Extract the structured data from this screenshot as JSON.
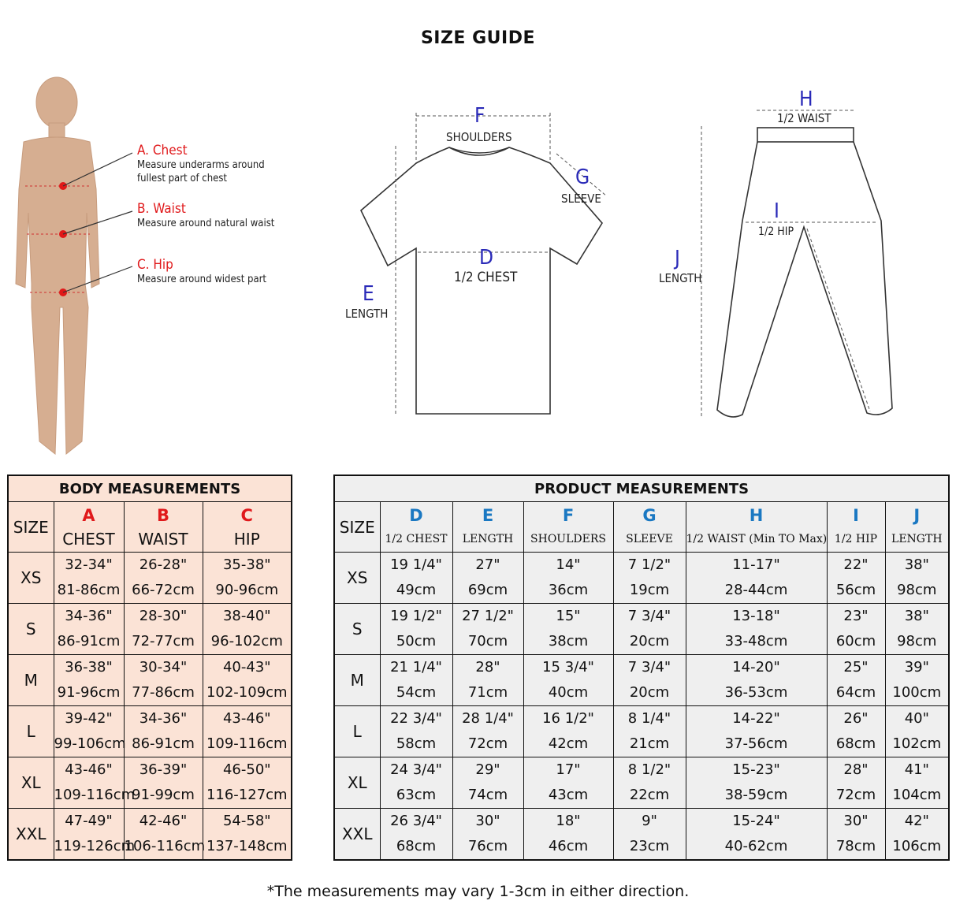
{
  "page_title": "SIZE GUIDE",
  "body_diagram": {
    "a_title": "A. Chest",
    "a_desc_1": "Measure underarms around",
    "a_desc_2": "fullest part of chest",
    "b_title": "B. Waist",
    "b_desc": "Measure around natural waist",
    "c_title": "C. Hip",
    "c_desc": "Measure around widest part"
  },
  "shirt_diagram": {
    "f_letter": "F",
    "shoulders": "SHOULDERS",
    "g_letter": "G",
    "sleeve": "SLEEVE",
    "d_letter": "D",
    "half_chest": "1/2 CHEST",
    "e_letter": "E",
    "length": "LENGTH"
  },
  "pants_diagram": {
    "h_letter": "H",
    "half_waist": "1/2  WAIST",
    "i_letter": "I",
    "half_hip": "1/2  HIP",
    "j_letter": "J",
    "length": "LENGTH"
  },
  "body_table": {
    "title": "BODY MEASUREMENTS",
    "size_label": "SIZE",
    "columns": [
      {
        "letter": "A",
        "name": "CHEST"
      },
      {
        "letter": "B",
        "name": "WAIST"
      },
      {
        "letter": "C",
        "name": "HIP"
      }
    ],
    "rows": [
      {
        "size": "XS",
        "cells": [
          [
            "32-34\"",
            "81-86cm"
          ],
          [
            "26-28\"",
            "66-72cm"
          ],
          [
            "35-38\"",
            "90-96cm"
          ]
        ]
      },
      {
        "size": "S",
        "cells": [
          [
            "34-36\"",
            "86-91cm"
          ],
          [
            "28-30\"",
            "72-77cm"
          ],
          [
            "38-40\"",
            "96-102cm"
          ]
        ]
      },
      {
        "size": "M",
        "cells": [
          [
            "36-38\"",
            "91-96cm"
          ],
          [
            "30-34\"",
            "77-86cm"
          ],
          [
            "40-43\"",
            "102-109cm"
          ]
        ]
      },
      {
        "size": "L",
        "cells": [
          [
            "39-42\"",
            "99-106cm"
          ],
          [
            "34-36\"",
            "86-91cm"
          ],
          [
            "43-46\"",
            "109-116cm"
          ]
        ]
      },
      {
        "size": "XL",
        "cells": [
          [
            "43-46\"",
            "109-116cm"
          ],
          [
            "36-39\"",
            "91-99cm"
          ],
          [
            "46-50\"",
            "116-127cm"
          ]
        ]
      },
      {
        "size": "XXL",
        "cells": [
          [
            "47-49\"",
            "119-126cm"
          ],
          [
            "42-46\"",
            "106-116cm"
          ],
          [
            "54-58\"",
            "137-148cm"
          ]
        ]
      }
    ]
  },
  "product_table": {
    "title": "PRODUCT MEASUREMENTS",
    "size_label": "SIZE",
    "columns": [
      {
        "letter": "D",
        "name": "1/2 CHEST"
      },
      {
        "letter": "E",
        "name": "LENGTH"
      },
      {
        "letter": "F",
        "name": "SHOULDERS"
      },
      {
        "letter": "G",
        "name": "SLEEVE"
      },
      {
        "letter": "H",
        "name": "1/2 WAIST (Min TO Max)"
      },
      {
        "letter": "I",
        "name": "1/2 HIP"
      },
      {
        "letter": "J",
        "name": "LENGTH"
      }
    ],
    "rows": [
      {
        "size": "XS",
        "cells": [
          [
            "19 1/4\"",
            "49cm"
          ],
          [
            "27\"",
            "69cm"
          ],
          [
            "14\"",
            "36cm"
          ],
          [
            "7 1/2\"",
            "19cm"
          ],
          [
            "11-17\"",
            "28-44cm"
          ],
          [
            "22\"",
            "56cm"
          ],
          [
            "38\"",
            "98cm"
          ]
        ]
      },
      {
        "size": "S",
        "cells": [
          [
            "19 1/2\"",
            "50cm"
          ],
          [
            "27 1/2\"",
            "70cm"
          ],
          [
            "15\"",
            "38cm"
          ],
          [
            "7 3/4\"",
            "20cm"
          ],
          [
            "13-18\"",
            "33-48cm"
          ],
          [
            "23\"",
            "60cm"
          ],
          [
            "38\"",
            "98cm"
          ]
        ]
      },
      {
        "size": "M",
        "cells": [
          [
            "21 1/4\"",
            "54cm"
          ],
          [
            "28\"",
            "71cm"
          ],
          [
            "15 3/4\"",
            "40cm"
          ],
          [
            "7 3/4\"",
            "20cm"
          ],
          [
            "14-20\"",
            "36-53cm"
          ],
          [
            "25\"",
            "64cm"
          ],
          [
            "39\"",
            "100cm"
          ]
        ]
      },
      {
        "size": "L",
        "cells": [
          [
            "22 3/4\"",
            "58cm"
          ],
          [
            "28 1/4\"",
            "72cm"
          ],
          [
            "16 1/2\"",
            "42cm"
          ],
          [
            "8 1/4\"",
            "21cm"
          ],
          [
            "14-22\"",
            "37-56cm"
          ],
          [
            "26\"",
            "68cm"
          ],
          [
            "40\"",
            "102cm"
          ]
        ]
      },
      {
        "size": "XL",
        "cells": [
          [
            "24 3/4\"",
            "63cm"
          ],
          [
            "29\"",
            "74cm"
          ],
          [
            "17\"",
            "43cm"
          ],
          [
            "8 1/2\"",
            "22cm"
          ],
          [
            "15-23\"",
            "38-59cm"
          ],
          [
            "28\"",
            "72cm"
          ],
          [
            "41\"",
            "104cm"
          ]
        ]
      },
      {
        "size": "XXL",
        "cells": [
          [
            "26 3/4\"",
            "68cm"
          ],
          [
            "30\"",
            "76cm"
          ],
          [
            "18\"",
            "46cm"
          ],
          [
            "9\"",
            "23cm"
          ],
          [
            "15-24\"",
            "40-62cm"
          ],
          [
            "30\"",
            "78cm"
          ],
          [
            "42\"",
            "106cm"
          ]
        ]
      }
    ]
  },
  "footnote": "*The measurements may vary 1-3cm in either direction.",
  "colors": {
    "body_table_bg": "#fbe3d6",
    "product_table_bg": "#efefef",
    "red_letter": "#e0191b",
    "blue_letter": "#1a78c2",
    "skin": "#d6ae91"
  }
}
